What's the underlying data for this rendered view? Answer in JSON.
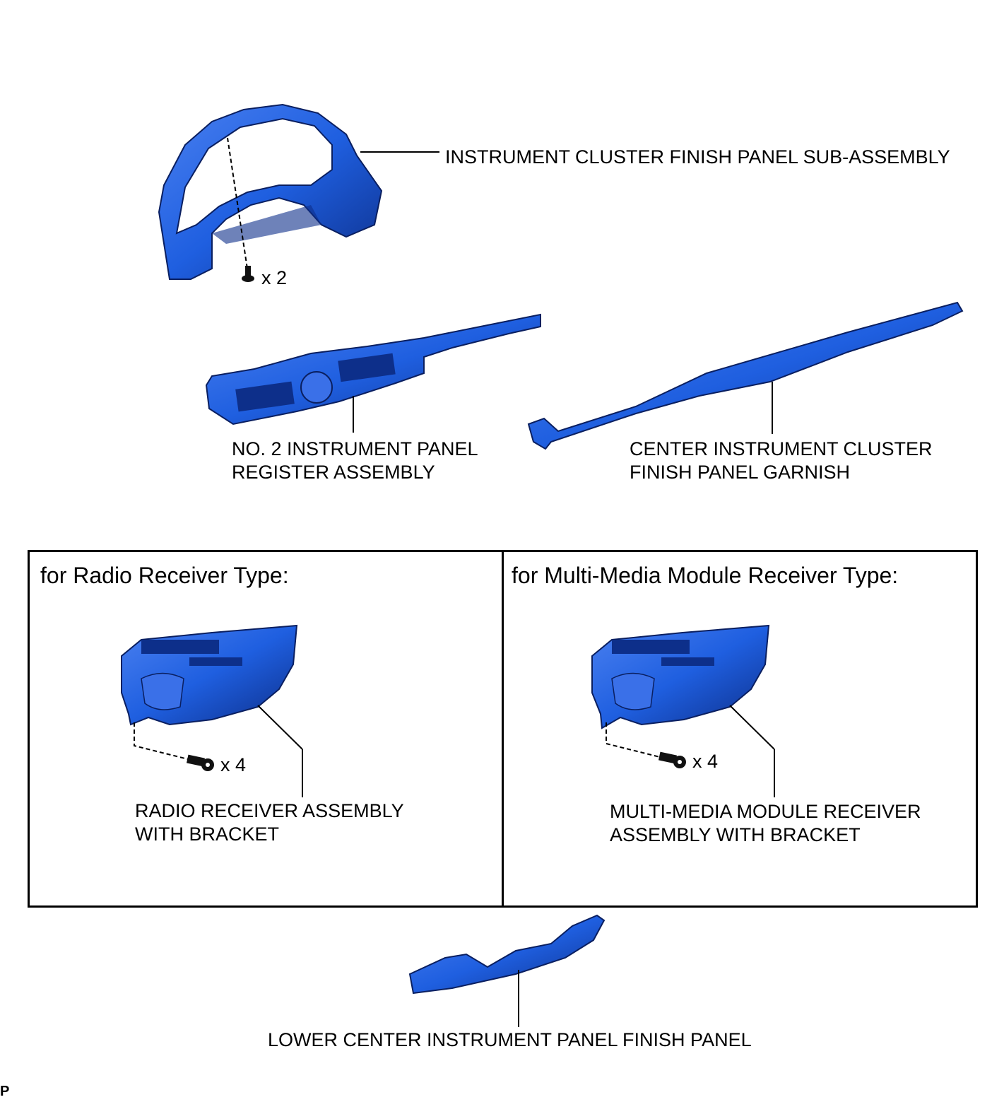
{
  "parts": {
    "cluster_finish_panel": "INSTRUMENT CLUSTER FINISH PANEL SUB-ASSEMBLY",
    "cluster_screw_qty": "x 2",
    "register_assembly": "NO. 2 INSTRUMENT PANEL\nREGISTER ASSEMBLY",
    "cluster_garnish": "CENTER INSTRUMENT CLUSTER\nFINISH PANEL GARNISH",
    "lower_finish_panel": "LOWER CENTER INSTRUMENT PANEL FINISH PANEL"
  },
  "variants": {
    "radio": {
      "heading": "for Radio Receiver Type:",
      "part": "RADIO RECEIVER ASSEMBLY\nWITH BRACKET",
      "screw_qty": "x 4"
    },
    "multimedia": {
      "heading": "for Multi-Media Module Receiver Type:",
      "part": "MULTI-MEDIA MODULE RECEIVER\nASSEMBLY WITH BRACKET",
      "screw_qty": "x 4"
    }
  },
  "corner_mark": "P",
  "colors": {
    "part_fill": "#1f5fe0",
    "part_dark": "#0d2f8a",
    "part_light": "#5a8cf0"
  }
}
